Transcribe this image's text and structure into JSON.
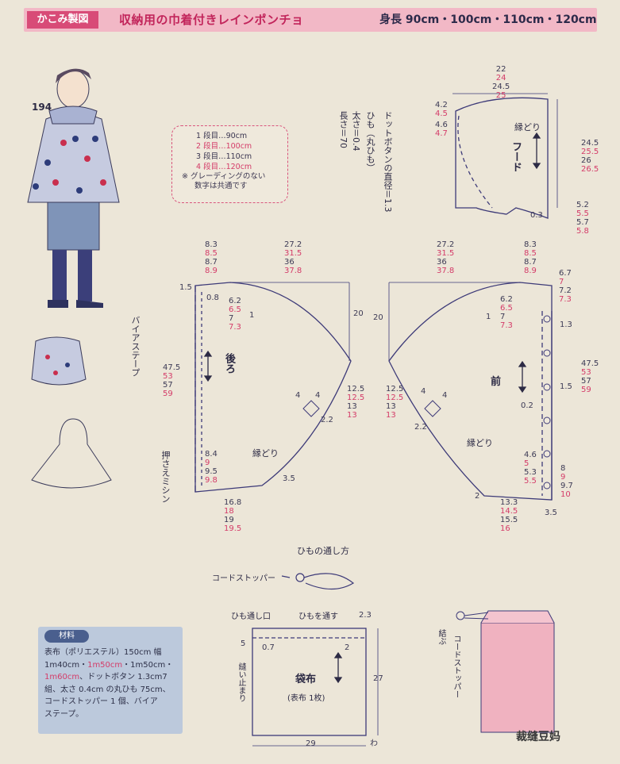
{
  "header": {
    "tag": "かこみ製図",
    "title": "収納用の巾着付きレインポンチョ",
    "sizes": "身長 90cm・100cm・110cm・120cm"
  },
  "item_number": "194",
  "legend": {
    "rows": [
      {
        "text": "1 段目…90cm",
        "color": "#3c3a55"
      },
      {
        "text": "2 段目…100cm",
        "color": "#d43b68"
      },
      {
        "text": "3 段目…110cm",
        "color": "#3c3a55"
      },
      {
        "text": "4 段目…120cm",
        "color": "#d43b68"
      }
    ],
    "note1": "※ グレーディングのない",
    "note2": "数字は共通です"
  },
  "dot_button_note": {
    "line1": "ドットボタンの直径＝1.3",
    "line2": "ひも（丸ひも）",
    "line3": "太さ＝0.4",
    "line4": "長さ＝70"
  },
  "hood": {
    "label": "フード",
    "edge": "縁どり",
    "top_dims": [
      "22",
      "24",
      "24.5",
      "25"
    ],
    "left_dims_a": [
      "4.2",
      "4.5"
    ],
    "left_dims_b": [
      "4.6",
      "4.7"
    ],
    "right_dims": [
      "24.5",
      "25.5",
      "26",
      "26.5"
    ],
    "right_small": [
      "5.2",
      "5.5",
      "5.7",
      "5.8"
    ],
    "small": "0.3"
  },
  "back": {
    "label": "後ろ",
    "edge": "縁どり",
    "bias": "バイアステープ",
    "press": "押さえミシン",
    "top_dims_a": [
      "8.3",
      "8.5",
      "8.7",
      "8.9"
    ],
    "top_dims_b": [
      "27.2",
      "31.5",
      "36",
      "37.8"
    ],
    "neck": [
      "6.2",
      "6.5",
      "7",
      "7.3"
    ],
    "side": [
      "47.5",
      "53",
      "57",
      "59"
    ],
    "right": [
      "12.5",
      "12.5",
      "13",
      "13"
    ],
    "hem_side": [
      "8.4",
      "9",
      "9.5",
      "9.8"
    ],
    "bottom": [
      "16.8",
      "18",
      "19",
      "19.5"
    ],
    "misc": {
      "a": "1.5",
      "b": "0.8",
      "c": "1",
      "d": "20",
      "e": "4",
      "f": "4",
      "g": "2.2",
      "h": "3.5"
    }
  },
  "front": {
    "label": "前",
    "edge": "縁どり",
    "top_dims_a": [
      "27.2",
      "31.5",
      "36",
      "37.8"
    ],
    "top_dims_b": [
      "8.3",
      "8.5",
      "8.7",
      "8.9"
    ],
    "right_top": [
      "6.7",
      "7",
      "7.2",
      "7.3"
    ],
    "neck": [
      "6.2",
      "6.5",
      "7",
      "7.3"
    ],
    "side": [
      "47.5",
      "53",
      "57",
      "59"
    ],
    "left": [
      "12.5",
      "12.5",
      "13",
      "13"
    ],
    "hem": [
      "4.6",
      "5",
      "5.3",
      "5.5"
    ],
    "hem_right": [
      "8",
      "9",
      "9.7",
      "10"
    ],
    "bottom": [
      "13.3",
      "14.5",
      "15.5",
      "16"
    ],
    "misc": {
      "a": "20",
      "b": "1",
      "c": "1.3",
      "d": "1.5",
      "e": "0.2",
      "f": "4",
      "g": "4",
      "h": "2.2",
      "i": "2",
      "j": "3.5"
    }
  },
  "drawstring": {
    "title": "ひもの通し方",
    "stopper": "コードストッパー",
    "knot": "結ぶ",
    "stopper_v": "コードストッパー"
  },
  "bag": {
    "label": "袋布",
    "sub": "(表布 1枚)",
    "opening": "ひも通し口",
    "thread": "ひもを通す",
    "stitch": "縫い止まり",
    "width": "29",
    "height": "27",
    "fold": "わ",
    "dims": {
      "a": "2.3",
      "b": "5",
      "c": "0.7",
      "d": "2"
    }
  },
  "materials": {
    "tag": "材料",
    "line1_a": "表布（ポリエステル）150cm 幅",
    "line2_a": "1m40cm・",
    "line2_b": "1m50cm",
    "line2_c": "・1m50cm・",
    "line3_a": "1m60cm",
    "line3_b": "、ドットボタン 1.3cm7",
    "line4": "組、太さ 0.4cm の丸ひも 75cm、",
    "line5": "コードストッパー 1 個、バイア",
    "line6": "ステープ。"
  },
  "watermark": "裁缝豆妈",
  "colors": {
    "accent": "#d84b77",
    "header_bg": "#f2b8c6",
    "line": "#3d3a78",
    "bag_pink": "#f0b2c0"
  }
}
